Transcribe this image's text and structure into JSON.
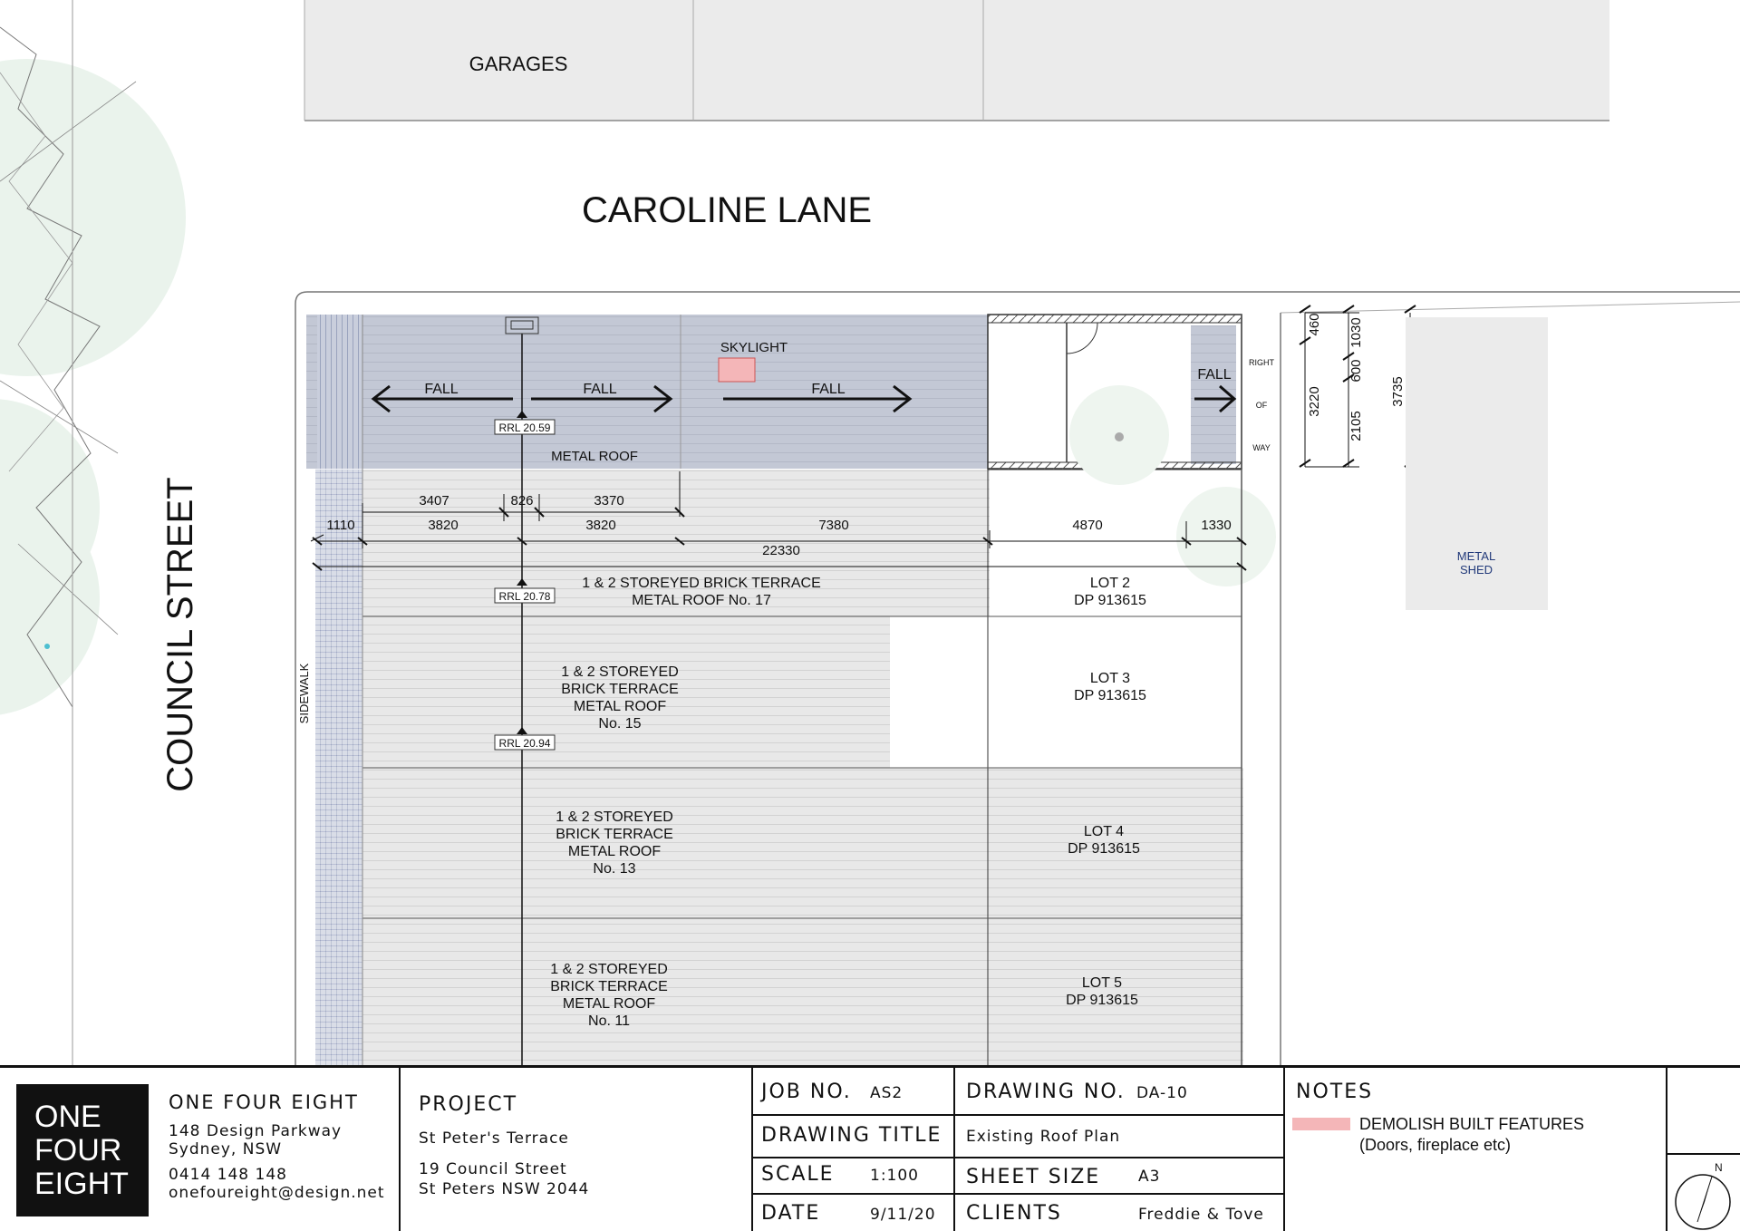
{
  "plan": {
    "garages_label": "GARAGES",
    "lane_label": "CAROLINE LANE",
    "street_label": "COUNCIL STREET",
    "sidewalk_label": "SIDEWALK",
    "skylight_label": "SKYLIGHT",
    "fall_label": "FALL",
    "metal_roof_label": "METAL ROOF",
    "right_of_way": [
      "RIGHT",
      "OF",
      "WAY"
    ],
    "metal_shed": [
      "METAL",
      "SHED"
    ],
    "rrl": [
      "RRL 20.59",
      "RRL 20.78",
      "RRL 20.94"
    ],
    "dims_row1": [
      "3407",
      "826",
      "3370"
    ],
    "dims_row2": [
      "1110",
      "3820",
      "3820",
      "7380",
      "4870",
      "1330"
    ],
    "dims_total": "22330",
    "dims_vertical": [
      "460",
      "3220",
      "1030",
      "600",
      "2105",
      "3735"
    ],
    "buildings": [
      {
        "lines": [
          "1 & 2 STOREYED BRICK TERRACE",
          "METAL ROOF No. 17"
        ],
        "lot": [
          "LOT 2",
          "DP 913615"
        ]
      },
      {
        "lines": [
          "1 & 2 STOREYED",
          "BRICK TERRACE",
          "METAL ROOF",
          "No. 15"
        ],
        "lot": [
          "LOT 3",
          "DP 913615"
        ]
      },
      {
        "lines": [
          "1 & 2 STOREYED",
          "BRICK TERRACE",
          "METAL ROOF",
          "No. 13"
        ],
        "lot": [
          "LOT 4",
          "DP 913615"
        ]
      },
      {
        "lines": [
          "1 & 2 STOREYED",
          "BRICK TERRACE",
          "METAL ROOF",
          "No. 11"
        ],
        "lot": [
          "LOT 5",
          "DP 913615"
        ]
      }
    ],
    "north_label": "N",
    "colors": {
      "roof_blue": "#c3c8d5",
      "terrace_grey": "#e8e8e8",
      "skylight_pink": "#f4b6b8",
      "shed_grey": "#ebebeb",
      "tree_green": "#eaf3ec"
    }
  },
  "title_block": {
    "logo": [
      "ONE",
      "FOUR",
      "EIGHT"
    ],
    "firm_name": "ONE FOUR EIGHT",
    "address1": "148 Design Parkway",
    "address2": "Sydney, NSW",
    "phone": "0414 148 148",
    "email": "onefoureight@design.net",
    "project_label": "PROJECT",
    "project_name": "St Peter's Terrace",
    "project_address1": "19 Council Street",
    "project_address2": "St Peters NSW 2044",
    "job_no_label": "JOB NO.",
    "job_no": "AS2",
    "drawing_no_label": "DRAWING NO.",
    "drawing_no": "DA-10",
    "drawing_title_label": "DRAWING TITLE",
    "drawing_title": "Existing Roof Plan",
    "scale_label": "SCALE",
    "scale": "1:100",
    "sheet_size_label": "SHEET SIZE",
    "sheet_size": "A3",
    "date_label": "DATE",
    "date": "9/11/20",
    "clients_label": "CLIENTS",
    "clients": "Freddie & Tove",
    "notes_label": "NOTES",
    "note_line1": "DEMOLISH BUILT FEATURES",
    "note_line2": "(Doors, fireplace etc)"
  }
}
